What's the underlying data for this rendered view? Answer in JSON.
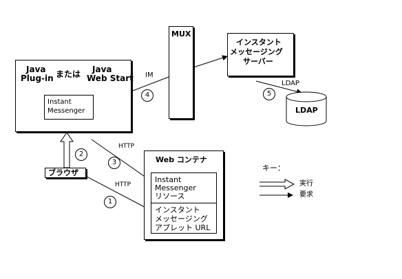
{
  "client": {
    "java": "Java",
    "plugin": "Plug-in",
    "or": "または",
    "java2": "Java",
    "webstart": "Web Start",
    "messenger_line1": "Instant",
    "messenger_line2": "Messenger"
  },
  "mux": "MUX",
  "server": {
    "line1": "インスタント",
    "line2": "メッセージング",
    "line3": "サーバー"
  },
  "ldap": {
    "label": "LDAP",
    "db": "LDAP"
  },
  "browser": "ブラウザ",
  "web_container": {
    "title": "Web コンテナ",
    "resource_line1": "Instant",
    "resource_line2": "Messenger",
    "resource_line3": "リソース",
    "applet_line1": "インスタント",
    "applet_line2": "メッセージング",
    "applet_line3": "アプレット URL"
  },
  "connections": {
    "im": "IM",
    "http1": "HTTP",
    "http2": "HTTP"
  },
  "steps": [
    "1",
    "2",
    "3",
    "4",
    "5"
  ],
  "key": {
    "title": "キー：",
    "execute": "実行",
    "request": "要求"
  }
}
